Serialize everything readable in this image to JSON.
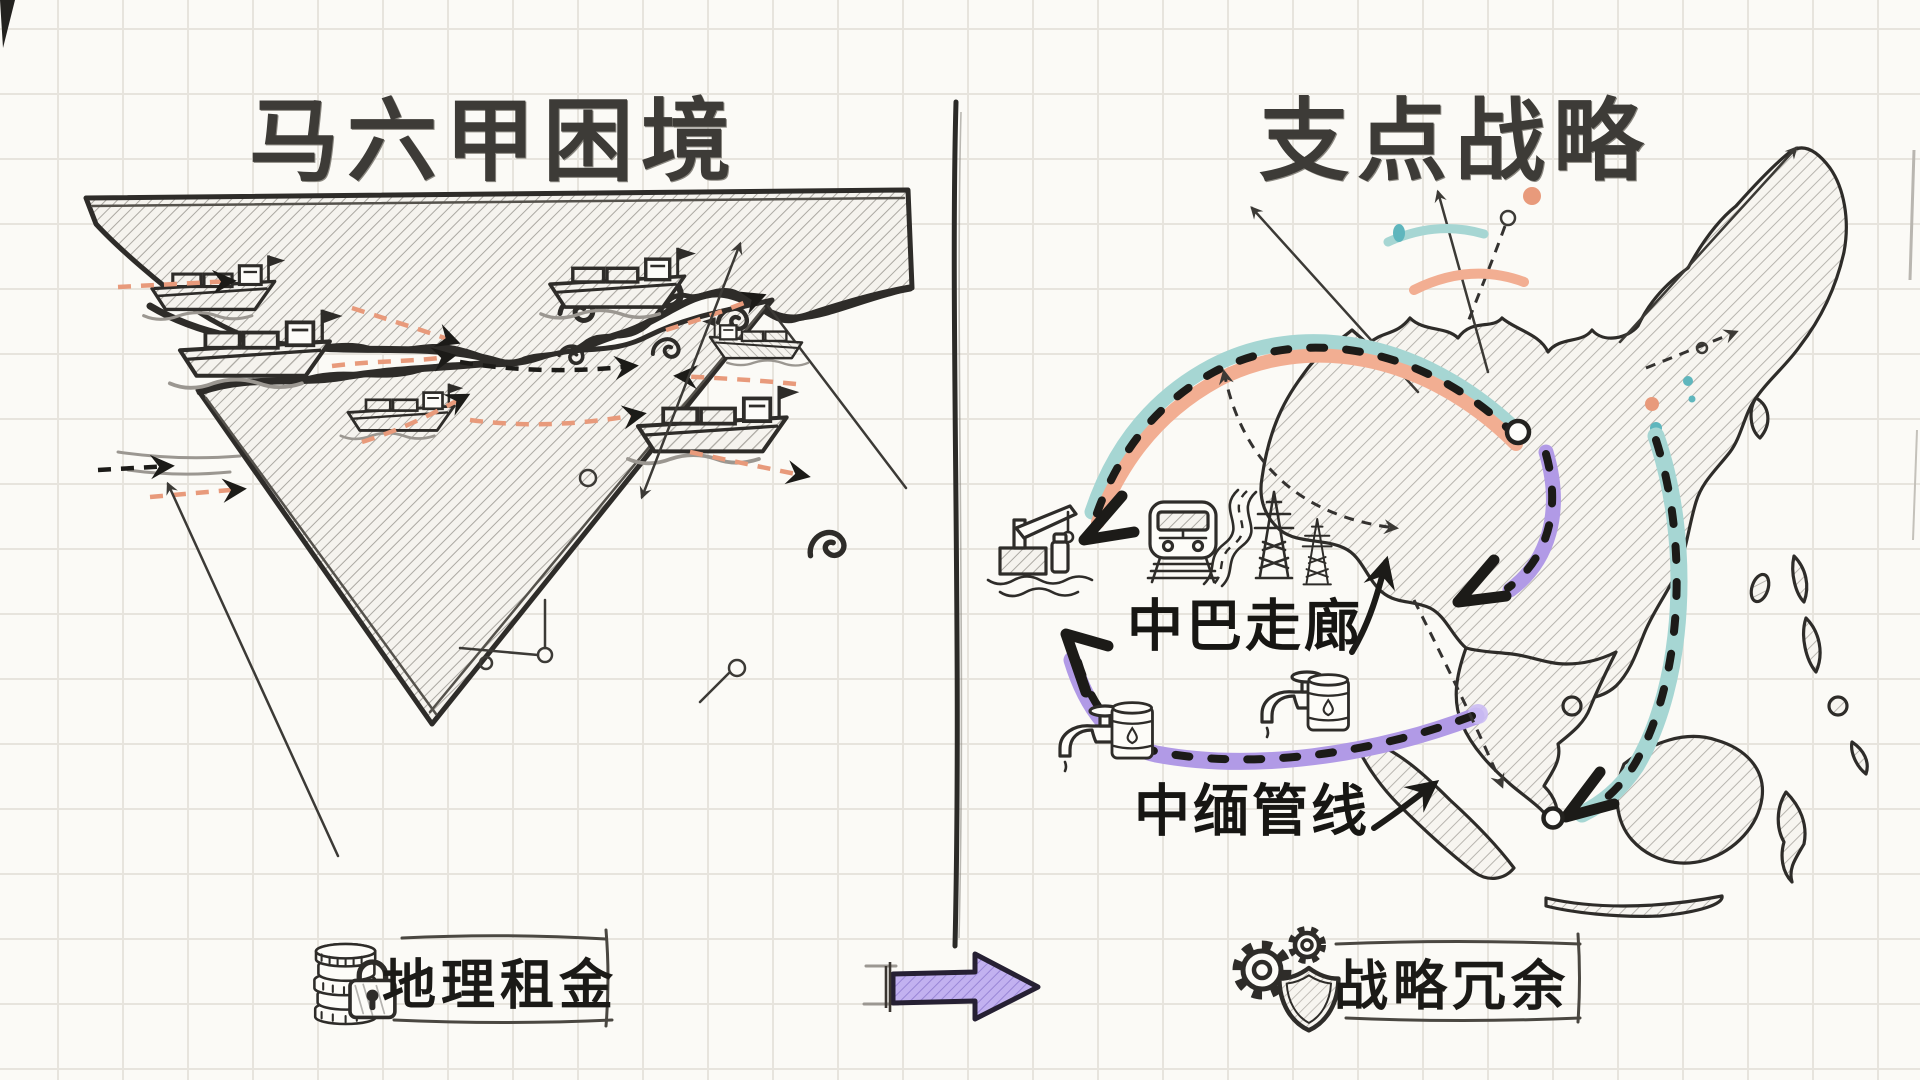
{
  "colors": {
    "paper": "#fbfaf6",
    "grid": "#e7e4dd",
    "ink": "#2e2c29",
    "dash": "#1c1b18",
    "salmon": "#f2ae92",
    "salmon_deep": "#e89a7b",
    "teal": "#a6d6d3",
    "teal_deep": "#5fb6bd",
    "purple": "#b19ae6",
    "purple_light": "#cbbcf3",
    "pencil": "#6e6a63"
  },
  "left_panel": {
    "title": "马六甲困境",
    "caption": "地理租金",
    "caption_icons": [
      "coin-stack-icon",
      "padlock-icon"
    ]
  },
  "right_panel": {
    "title": "支点战略",
    "labels": {
      "cpec": "中巴走廊",
      "myanmar": "中缅管线"
    },
    "caption": "战略冗余",
    "caption_icons": [
      "gears-icon",
      "shield-icon"
    ],
    "map_icons": [
      "port-crane-icon",
      "train-icon",
      "winding-road-icon",
      "power-pylon-icon",
      "oil-tap-icon",
      "oil-barrel-icon"
    ]
  },
  "transition": {
    "arrow_icon": "purple-right-block-arrow"
  }
}
